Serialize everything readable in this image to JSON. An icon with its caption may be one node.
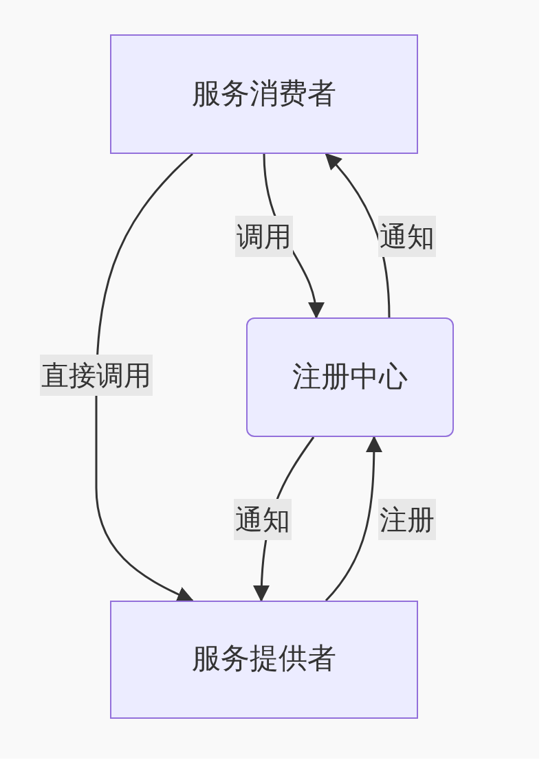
{
  "diagram": {
    "nodes": [
      {
        "text": [
          "服务消费者"
        ]
      },
      {
        "text": [
          "注册中心"
        ]
      },
      {
        "text": [
          "服务提供者"
        ]
      }
    ],
    "edges": [
      {
        "from": 0,
        "to": 1,
        "arrow": "to",
        "label": "调用"
      },
      {
        "from": 1,
        "to": 0,
        "arrow": "to",
        "label": "通知"
      },
      {
        "from": 0,
        "to": 2,
        "arrow": "to",
        "label": "直接调用"
      },
      {
        "from": 1,
        "to": 2,
        "arrow": "to",
        "label": "通知"
      },
      {
        "from": 2,
        "to": 1,
        "arrow": "to",
        "label": "注册"
      }
    ]
  }
}
